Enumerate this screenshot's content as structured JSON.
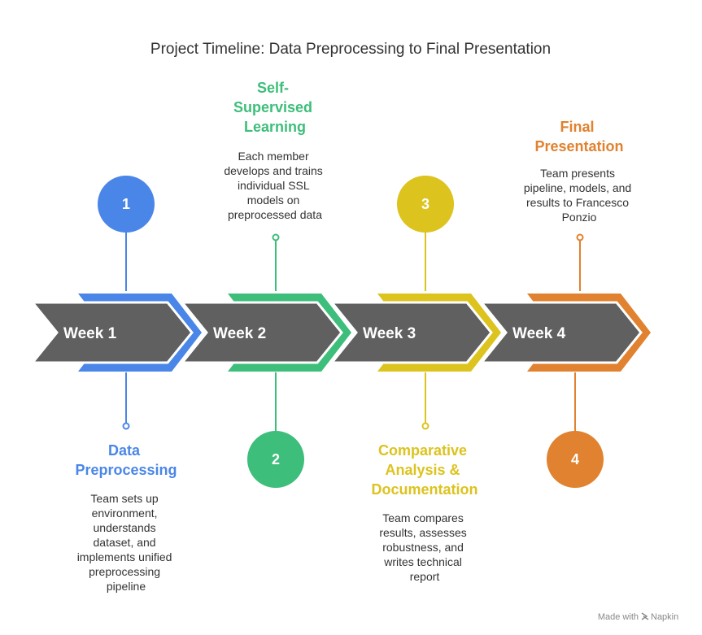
{
  "title": "Project Timeline: Data Preprocessing to Final Presentation",
  "colors": {
    "chevron_fill": "#606060",
    "blue": "#4A86E8",
    "green": "#3DBE7A",
    "yellow": "#DCC31E",
    "orange": "#E0822F"
  },
  "stages": [
    {
      "week": "Week 1",
      "number": "1",
      "color": "#4A86E8",
      "heading": [
        "Data",
        "Preprocessing"
      ],
      "description": [
        "Team sets up",
        "environment,",
        "understands",
        "dataset, and",
        "implements unified",
        "preprocessing",
        "pipeline"
      ]
    },
    {
      "week": "Week 2",
      "number": "2",
      "color": "#3DBE7A",
      "heading": [
        "Self-",
        "Supervised",
        "Learning"
      ],
      "description": [
        "Each member",
        "develops and trains",
        "individual SSL",
        "models on",
        "preprocessed data"
      ]
    },
    {
      "week": "Week 3",
      "number": "3",
      "color": "#DCC31E",
      "heading": [
        "Comparative",
        "Analysis &",
        "Documentation"
      ],
      "description": [
        "Team compares",
        "results, assesses",
        "robustness, and",
        "writes technical",
        "report"
      ]
    },
    {
      "week": "Week 4",
      "number": "4",
      "color": "#E0822F",
      "heading": [
        "Final",
        "Presentation"
      ],
      "description": [
        "Team presents",
        "pipeline, models, and",
        "results to Francesco",
        "Ponzio"
      ]
    }
  ],
  "footer": {
    "made_with": "Made with",
    "brand": "Napkin"
  }
}
